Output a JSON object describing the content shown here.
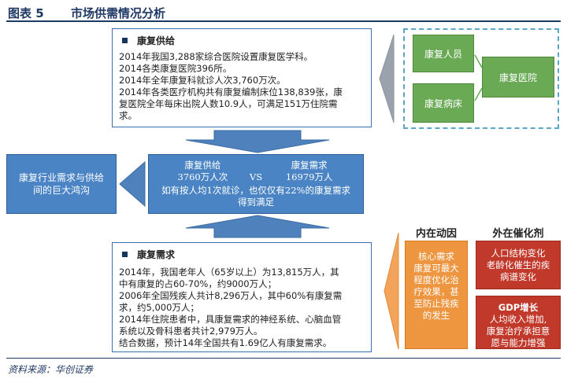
{
  "header": {
    "figure_no": "图表 5",
    "title": "市场供需情况分析"
  },
  "supply": {
    "title": "康复供给",
    "lines": [
      "2014年我国3,288家综合医院设置康复医学科。",
      "2014各类康复医院396所。",
      "2014年全年康复科就诊人次3,760万次。",
      "2014年各类医疗机构共有康复编制床位138,839张，康",
      "复医院全年每床出院人数10.9人，可满足151万住院需",
      "求。"
    ]
  },
  "supply_sources": {
    "a": "康复人员",
    "b": "康复病床",
    "c": "康复医院"
  },
  "result": {
    "text_1": "康复行业需求与供给",
    "text_2": "间的巨大鸿沟"
  },
  "comparison": {
    "left_title": "康复供给",
    "right_title": "康复需求",
    "left_value": "3760万人次",
    "vs": "VS",
    "right_value": "16979万人",
    "summary_1": "如有按人均1次就诊，也仅仅有22%的康复需求",
    "summary_2": "得到满足"
  },
  "demand": {
    "title": "康复需求",
    "lines": [
      "2014年，我国老年人（65岁以上）为13,815万人，其",
      "中有康复的占60-70%，约9000万人；",
      "2006年全国残疾人共计8,296万人，其中60%有康复需",
      "求，约5,000万人；",
      "2014年住院患者中，具康复需求的神经系统、心脑血管",
      "系统以及骨科患者共计2,979万人。",
      "结合数据，预计14年全国共有1.69亿人有康复需求。"
    ]
  },
  "drivers": {
    "internal_head": "内在动因",
    "external_head": "外在催化剂",
    "core": {
      "title": "核心需求",
      "l1": "康复可最大",
      "l2": "程度优化治",
      "l3": "疗效果，甚",
      "l4": "至防止残疾",
      "l5": "的发生"
    },
    "pop": {
      "title": "人口结构变化",
      "l1": "老龄化催生的疾",
      "l2": "病谱变化"
    },
    "gdp": {
      "title": "GDP增长",
      "l1": "人均收入增加,",
      "l2": "康复治疗承担意",
      "l3": "愿与能力增强"
    }
  },
  "footer": {
    "source": "资料来源：华创证券"
  },
  "colors": {
    "navy": "#1f3864",
    "blue_box": "#4a84c4",
    "green": "#6aaa55",
    "orange": "#ee9540",
    "red": "#c0392b",
    "arrow_blue": "#4f81bd",
    "arrow_gray": "#9aa3ad"
  }
}
